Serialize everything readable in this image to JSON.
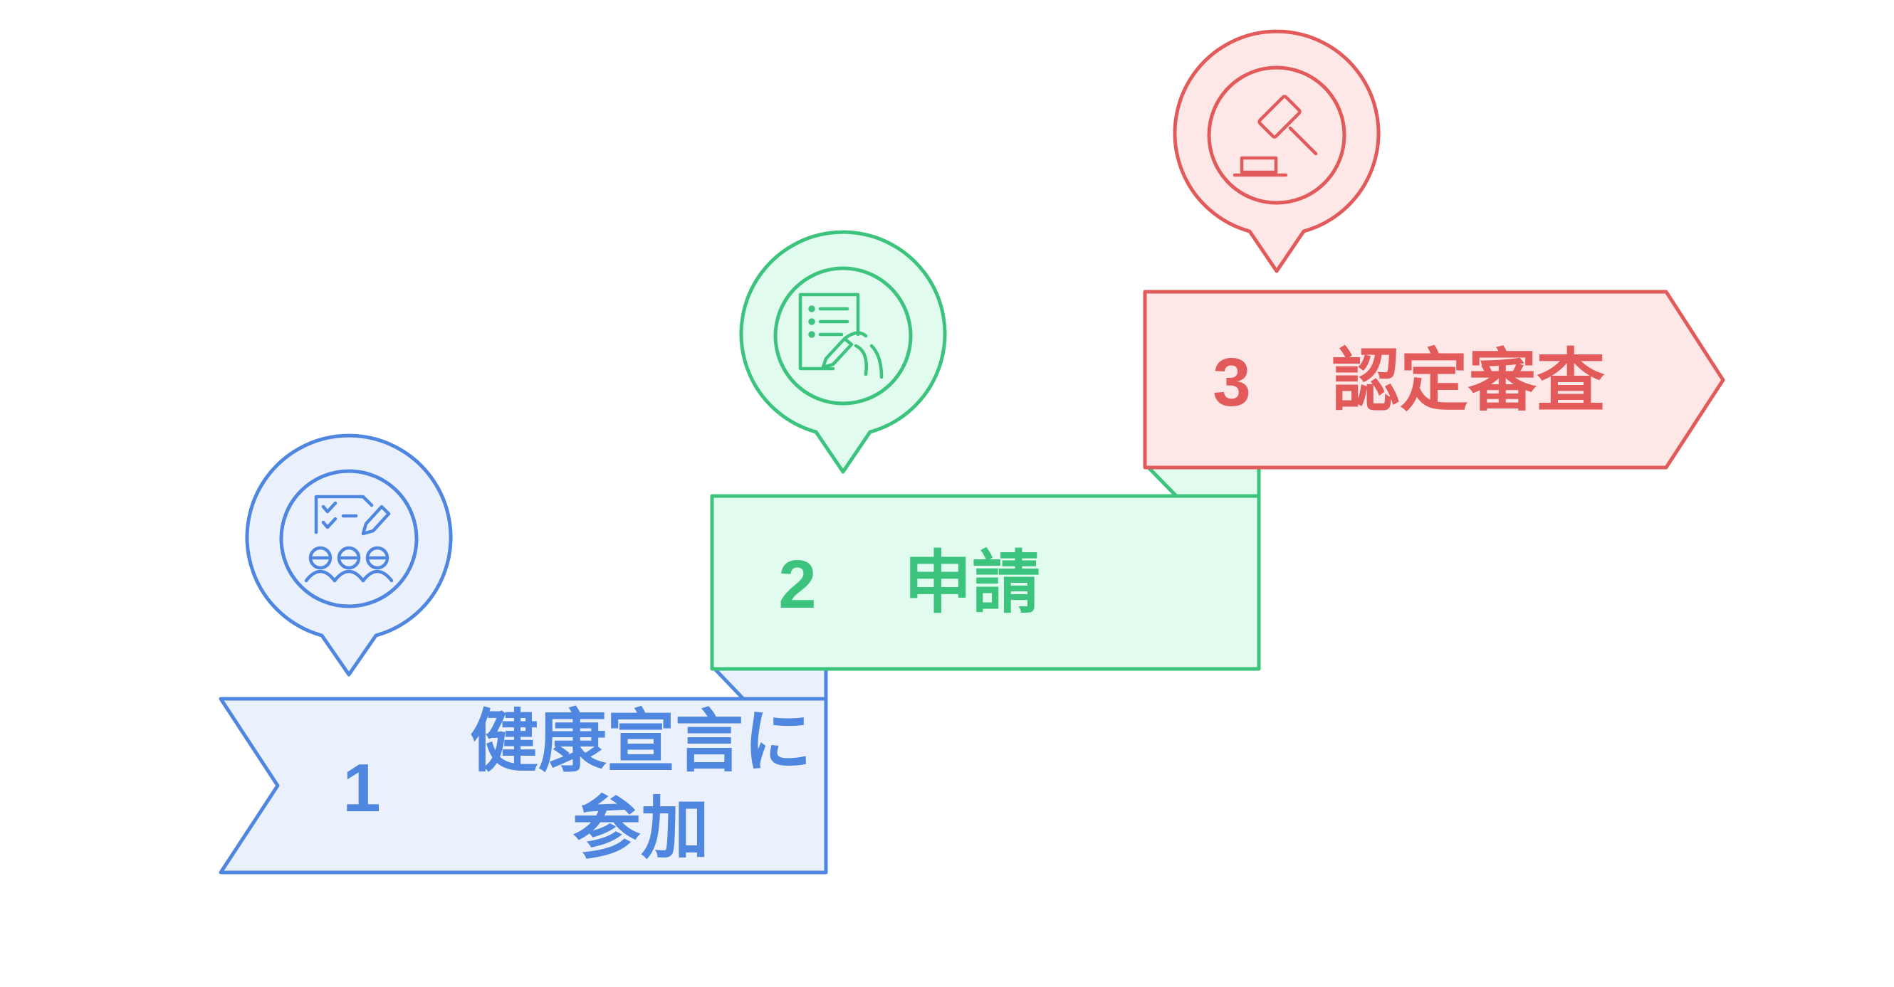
{
  "colors": {
    "step1_stroke": "#4f86df",
    "step1_fill": "#eaf1fd",
    "step2_stroke": "#3cc47e",
    "step2_fill": "#e2fbef",
    "step3_stroke": "#e25a5a",
    "step3_fill": "#fde7e7"
  },
  "steps": [
    {
      "number": "1",
      "label_line1": "健康宣言に",
      "label_line2": "参加",
      "icon": "checklist-people-icon"
    },
    {
      "number": "2",
      "label": "申請",
      "icon": "document-signing-icon"
    },
    {
      "number": "3",
      "label": "認定審査",
      "icon": "gavel-icon"
    }
  ]
}
